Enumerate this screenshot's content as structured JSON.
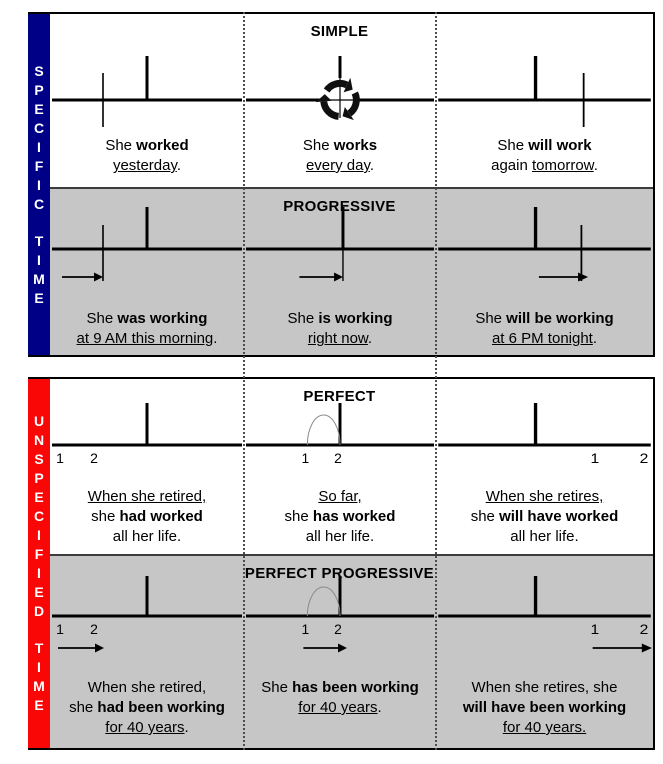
{
  "colors": {
    "specific_bar": "#000087",
    "unspecified_bar": "#f90606",
    "gray_row": "#c6c6c6",
    "white_row": "#ffffff",
    "border": "#000000",
    "dotted_divider": "#4d4d4d",
    "arc": "#8a8a8a"
  },
  "sections": [
    {
      "name": "specific-time",
      "sidebar_label": "SPECIFIC TIME",
      "sidebar_words": [
        "SPECIFIC",
        "TIME"
      ],
      "sidebar_color": "#000087",
      "rows": [
        {
          "title": "SIMPLE",
          "bg": "#ffffff",
          "cells": [
            {
              "tense": "past-simple",
              "diagram": "past-event",
              "lines": [
                [
                  {
                    "t": "She "
                  },
                  {
                    "t": "worked",
                    "b": true
                  }
                ],
                [
                  {
                    "t": "yesterday",
                    "u": true
                  },
                  {
                    "t": "."
                  }
                ]
              ]
            },
            {
              "tense": "present-simple",
              "diagram": "repeating-present",
              "icon": "cycle-arrows-icon",
              "lines": [
                [
                  {
                    "t": "She "
                  },
                  {
                    "t": "works",
                    "b": true
                  }
                ],
                [
                  {
                    "t": "every day",
                    "u": true
                  },
                  {
                    "t": "."
                  }
                ]
              ]
            },
            {
              "tense": "future-simple",
              "diagram": "future-event",
              "lines": [
                [
                  {
                    "t": "She "
                  },
                  {
                    "t": "will work",
                    "b": true
                  }
                ],
                [
                  {
                    "t": "again "
                  },
                  {
                    "t": "tomorrow",
                    "u": true
                  },
                  {
                    "t": "."
                  }
                ]
              ]
            }
          ]
        },
        {
          "title": "PROGRESSIVE",
          "bg": "#c6c6c6",
          "cells": [
            {
              "tense": "past-progressive",
              "diagram": "past-progress",
              "lines": [
                [
                  {
                    "t": "She "
                  },
                  {
                    "t": "was working",
                    "b": true
                  }
                ],
                [
                  {
                    "t": "at 9 AM this morning",
                    "u": true
                  },
                  {
                    "t": "."
                  }
                ]
              ]
            },
            {
              "tense": "present-progressive",
              "diagram": "present-progress",
              "lines": [
                [
                  {
                    "t": "She "
                  },
                  {
                    "t": "is working",
                    "b": true
                  }
                ],
                [
                  {
                    "t": "right now",
                    "u": true
                  },
                  {
                    "t": "."
                  }
                ]
              ]
            },
            {
              "tense": "future-progressive",
              "diagram": "future-progress",
              "lines": [
                [
                  {
                    "t": "She "
                  },
                  {
                    "t": "will be working",
                    "b": true
                  }
                ],
                [
                  {
                    "t": "at 6 PM tonight",
                    "u": true
                  },
                  {
                    "t": "."
                  }
                ]
              ]
            }
          ]
        }
      ]
    },
    {
      "name": "unspecified-time",
      "sidebar_label": "UNSPECIFIED TIME",
      "sidebar_words": [
        "UNSPECIFIED",
        "TIME"
      ],
      "sidebar_color": "#f90606",
      "rows": [
        {
          "title": "PERFECT",
          "bg": "#ffffff",
          "cells": [
            {
              "tense": "past-perfect",
              "diagram": "perfect-past",
              "markers": [
                "1",
                "2"
              ],
              "lines": [
                [
                  {
                    "t": "When she retired,",
                    "u": true
                  }
                ],
                [
                  {
                    "t": "she "
                  },
                  {
                    "t": "had worked",
                    "b": true
                  }
                ],
                [
                  {
                    "t": "all her life."
                  }
                ]
              ]
            },
            {
              "tense": "present-perfect",
              "diagram": "perfect-present",
              "markers": [
                "1",
                "2"
              ],
              "lines": [
                [
                  {
                    "t": "So far,",
                    "u": true
                  }
                ],
                [
                  {
                    "t": "she "
                  },
                  {
                    "t": "has worked",
                    "b": true
                  }
                ],
                [
                  {
                    "t": "all her life."
                  }
                ]
              ]
            },
            {
              "tense": "future-perfect",
              "diagram": "perfect-future",
              "markers": [
                "1",
                "2"
              ],
              "lines": [
                [
                  {
                    "t": "When she retires,",
                    "u": true
                  }
                ],
                [
                  {
                    "t": "she "
                  },
                  {
                    "t": "will have worked",
                    "b": true
                  }
                ],
                [
                  {
                    "t": "all her life."
                  }
                ]
              ]
            }
          ]
        },
        {
          "title": "PERFECT PROGRESSIVE",
          "bg": "#c6c6c6",
          "cells": [
            {
              "tense": "past-perfect-progressive",
              "diagram": "pp-past",
              "markers": [
                "1",
                "2"
              ],
              "lines": [
                [
                  {
                    "t": "When she retired,"
                  }
                ],
                [
                  {
                    "t": "she "
                  },
                  {
                    "t": "had been working",
                    "b": true
                  }
                ],
                [
                  {
                    "t": "for 40 years",
                    "u": true
                  },
                  {
                    "t": "."
                  }
                ]
              ]
            },
            {
              "tense": "present-perfect-progressive",
              "diagram": "pp-present",
              "markers": [
                "1",
                "2"
              ],
              "lines": [
                [
                  {
                    "t": "She "
                  },
                  {
                    "t": "has been working",
                    "b": true
                  }
                ],
                [
                  {
                    "t": "for 40 years",
                    "u": true
                  },
                  {
                    "t": "."
                  }
                ]
              ]
            },
            {
              "tense": "future-perfect-progressive",
              "diagram": "pp-future",
              "markers": [
                "1",
                "2"
              ],
              "lines": [
                [
                  {
                    "t": "When she retires, she"
                  }
                ],
                [
                  {
                    "t": "will have been working",
                    "b": true
                  }
                ],
                [
                  {
                    "t": "for 40 years.",
                    "u": true
                  }
                ]
              ]
            }
          ]
        }
      ]
    }
  ]
}
